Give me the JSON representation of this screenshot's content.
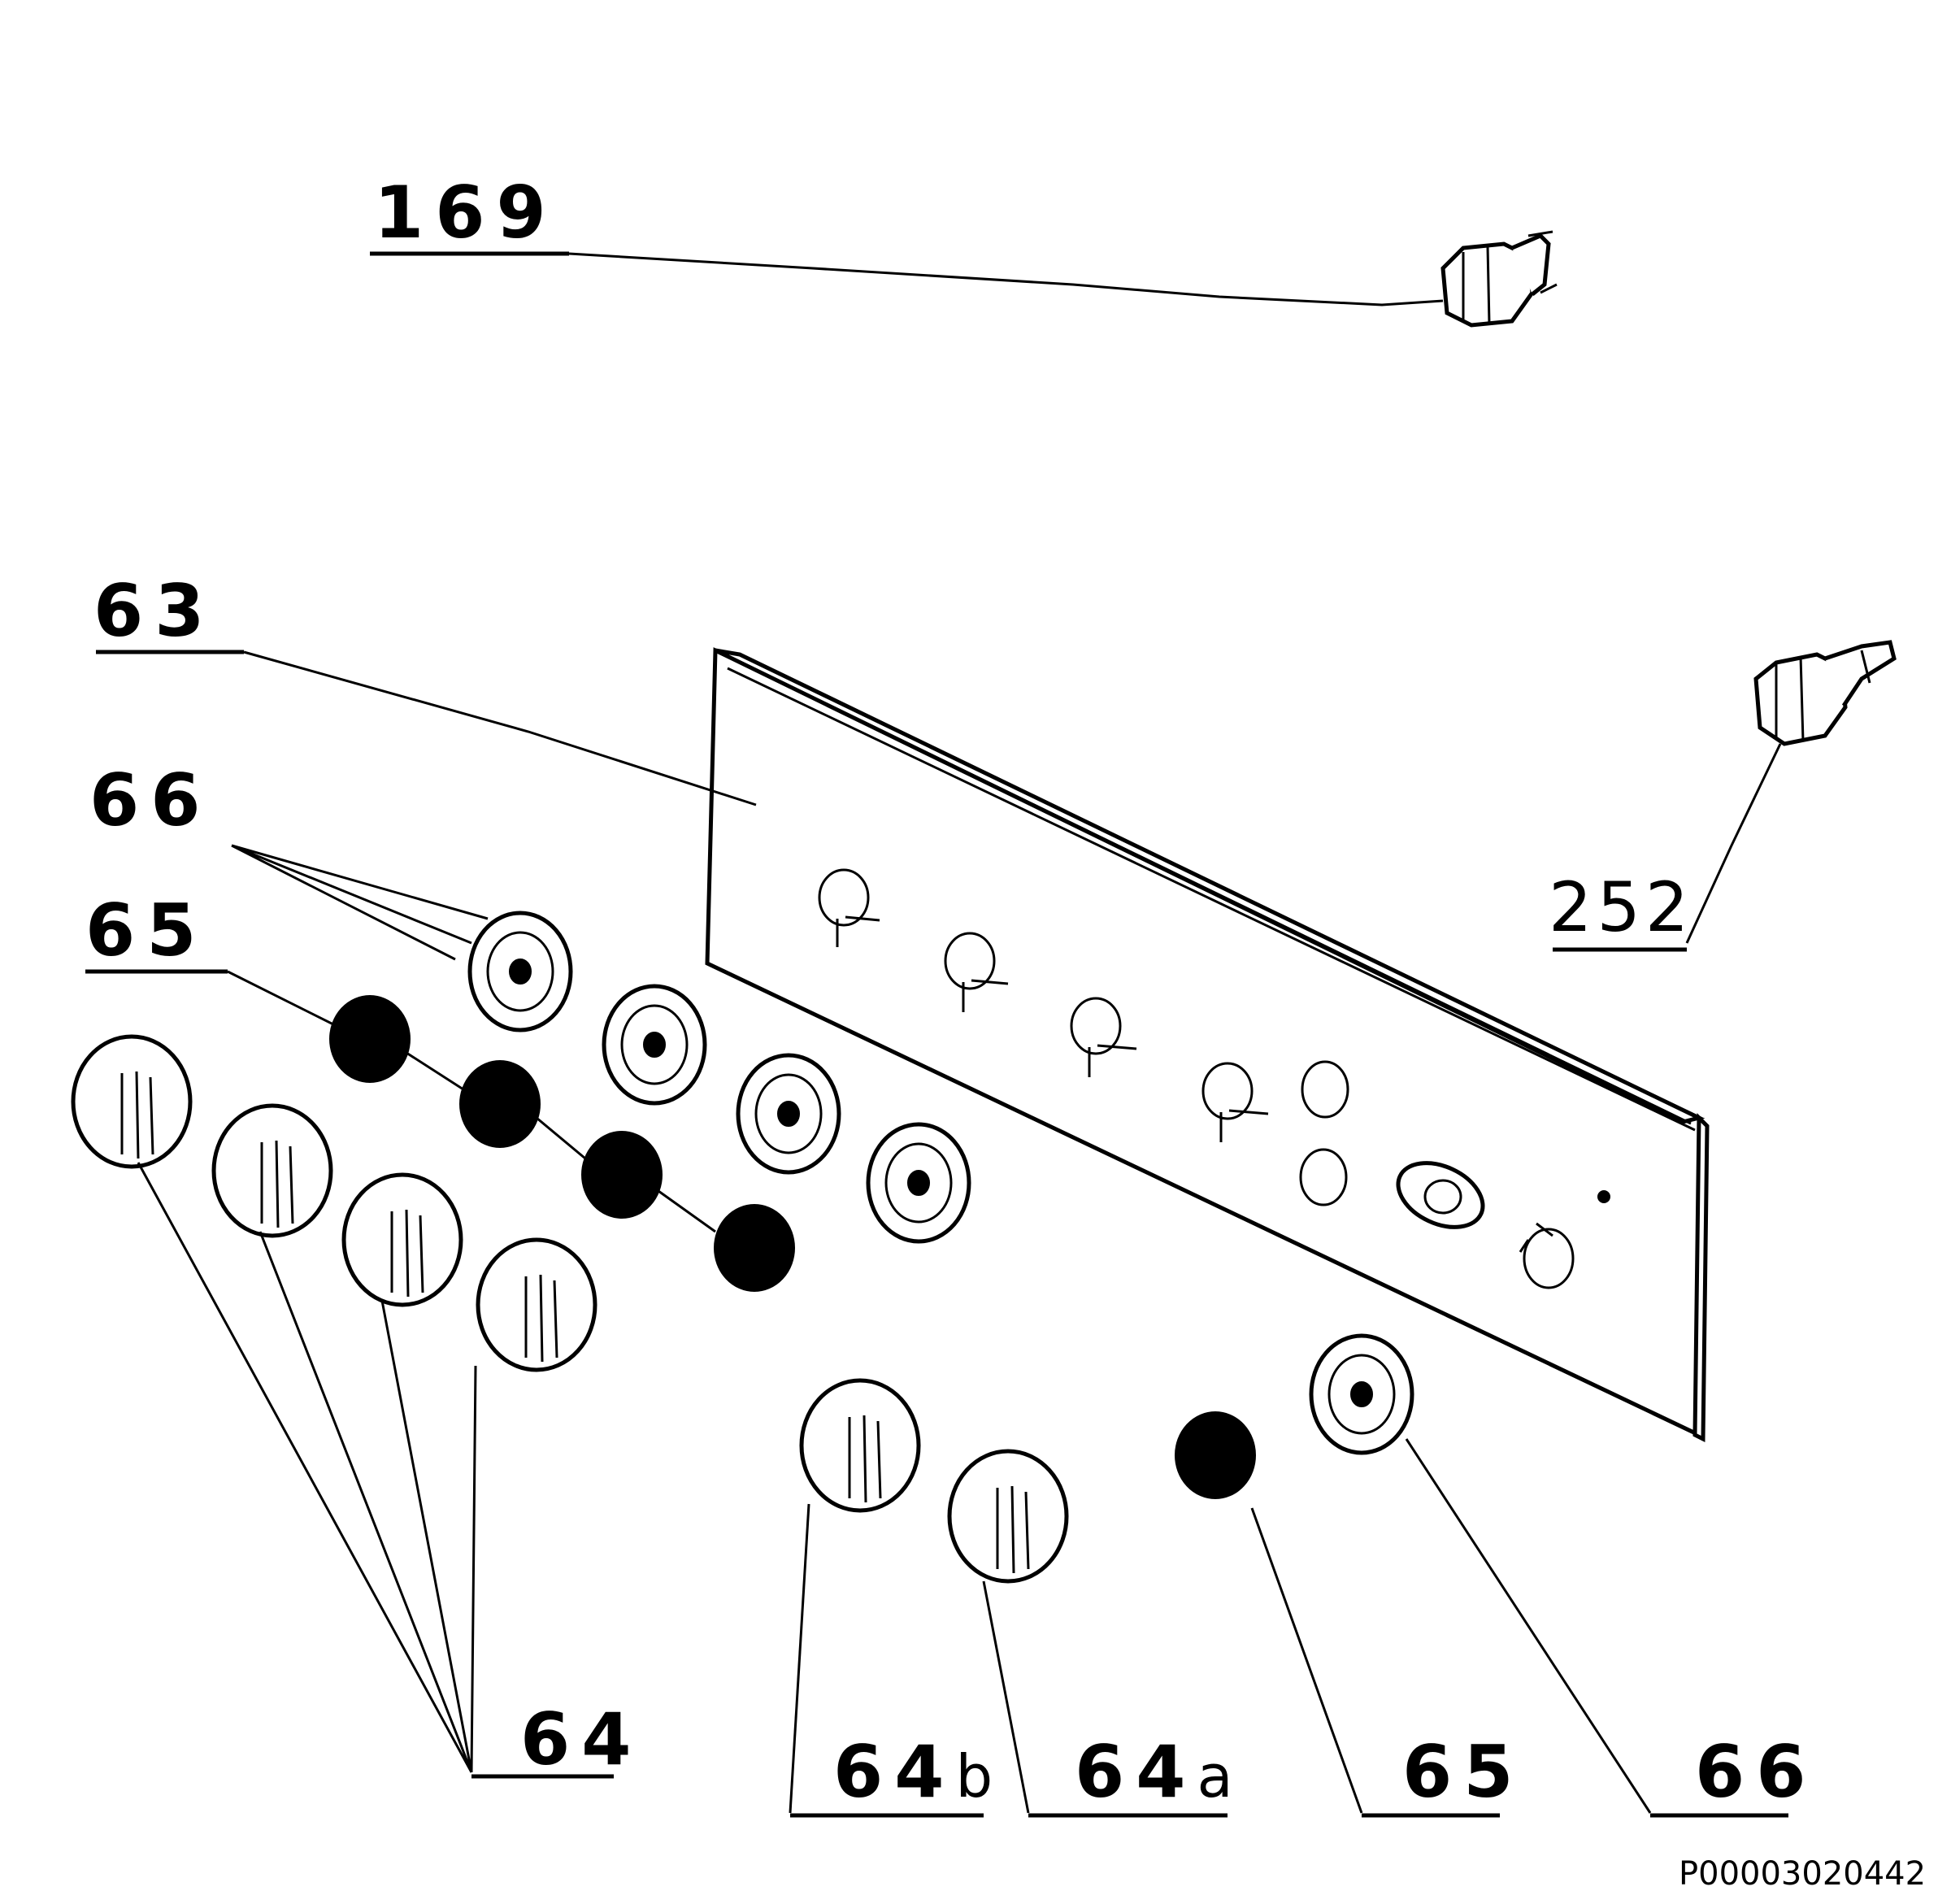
{
  "labels": {
    "p169": "169",
    "p63": "63",
    "p66_top": "66",
    "p65_top": "65",
    "p252": "252",
    "p64": "64",
    "p64b_num": "64",
    "p64b_suffix": "b",
    "p64a_num": "64",
    "p64a_suffix": "a",
    "p65_bottom": "65",
    "p66_bottom": "66"
  },
  "drawing_code": "P00003020442"
}
